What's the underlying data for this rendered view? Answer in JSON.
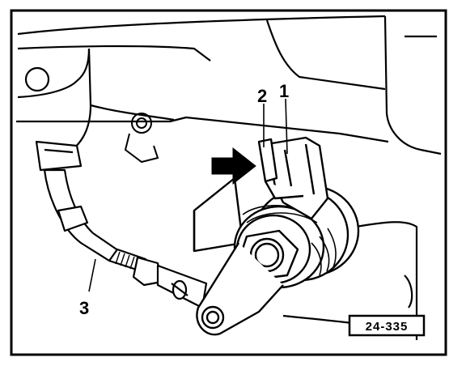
{
  "figure": {
    "callouts": {
      "c1": "1",
      "c2": "2",
      "c3": "3"
    },
    "reference_number": "24-335"
  }
}
